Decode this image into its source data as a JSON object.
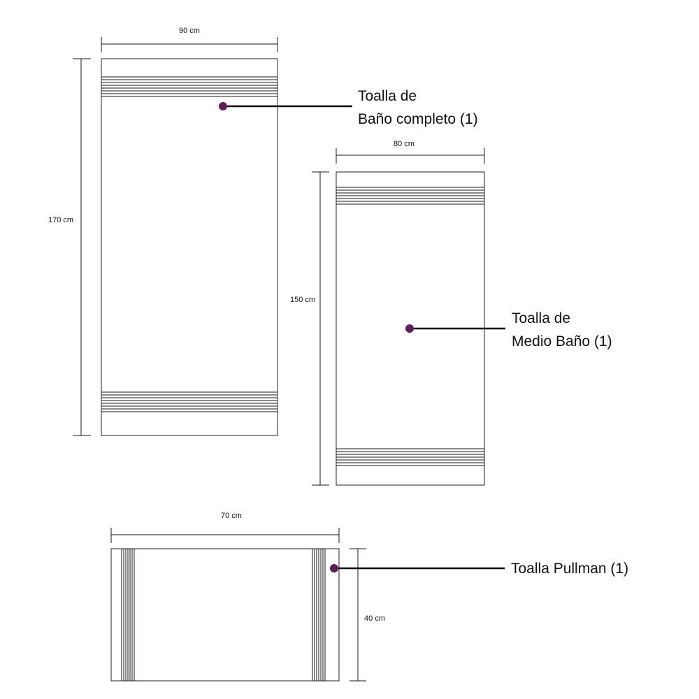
{
  "accent_color": "#5b1f57",
  "towels": {
    "bath": {
      "label_line1": "Toalla de",
      "label_line2": "Baño completo (1)",
      "width": "90 cm",
      "height": "170 cm"
    },
    "half_bath": {
      "label_line1": "Toalla de",
      "label_line2": "Medio Baño (1)",
      "width": "80 cm",
      "height": "150 cm"
    },
    "pullman": {
      "label_line1": "Toalla Pullman (1)",
      "width": "70 cm",
      "height": "40 cm"
    }
  }
}
